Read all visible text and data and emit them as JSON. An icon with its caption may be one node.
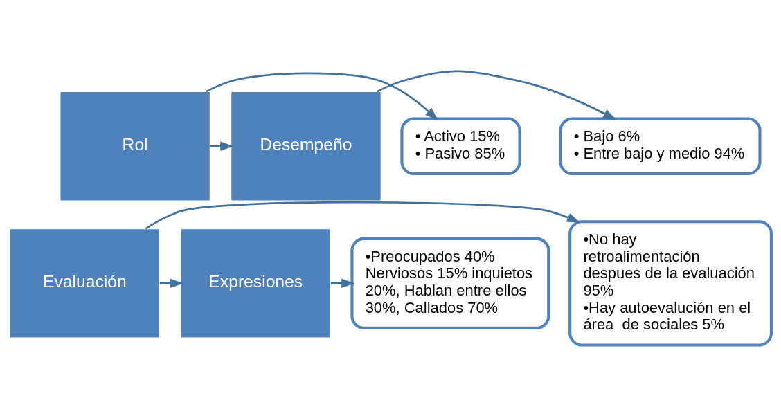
{
  "diagram": {
    "nodes": [
      {
        "text": [
          "Rol"
        ]
      },
      {
        "text": [
          "Desempeño"
        ]
      },
      {
        "text": [
          "Expresiones"
        ]
      },
      {
        "text": [
          "Evaluación"
        ]
      },
      {
        "text": [
          "• Activo 15%",
          "• Pasivo 85%"
        ]
      },
      {
        "text": [
          "• Bajo 6%",
          "• Entre bajo y medio 94%"
        ]
      },
      {
        "text": [
          "•Preocupados 40% Nerviosos 15% inquietos 20%, Hablan entre ellos 30%, Callados 70%"
        ]
      },
      {
        "text": [
          "•No hay retroalimentación despues de la evaluación 95%",
          "•Hay autoevalución en el área  de sociales 5%"
        ]
      }
    ],
    "edges": [
      {
        "from": 0,
        "to": 4,
        "arrow": "to"
      },
      {
        "from": 1,
        "to": 5,
        "arrow": "to"
      },
      {
        "from": 2,
        "to": 6,
        "arrow": "to"
      },
      {
        "from": 3,
        "to": 7,
        "arrow": "to"
      },
      {
        "from": 0,
        "to": 1,
        "arrow": "to"
      },
      {
        "from": 3,
        "to": 2,
        "arrow": "to"
      }
    ]
  }
}
